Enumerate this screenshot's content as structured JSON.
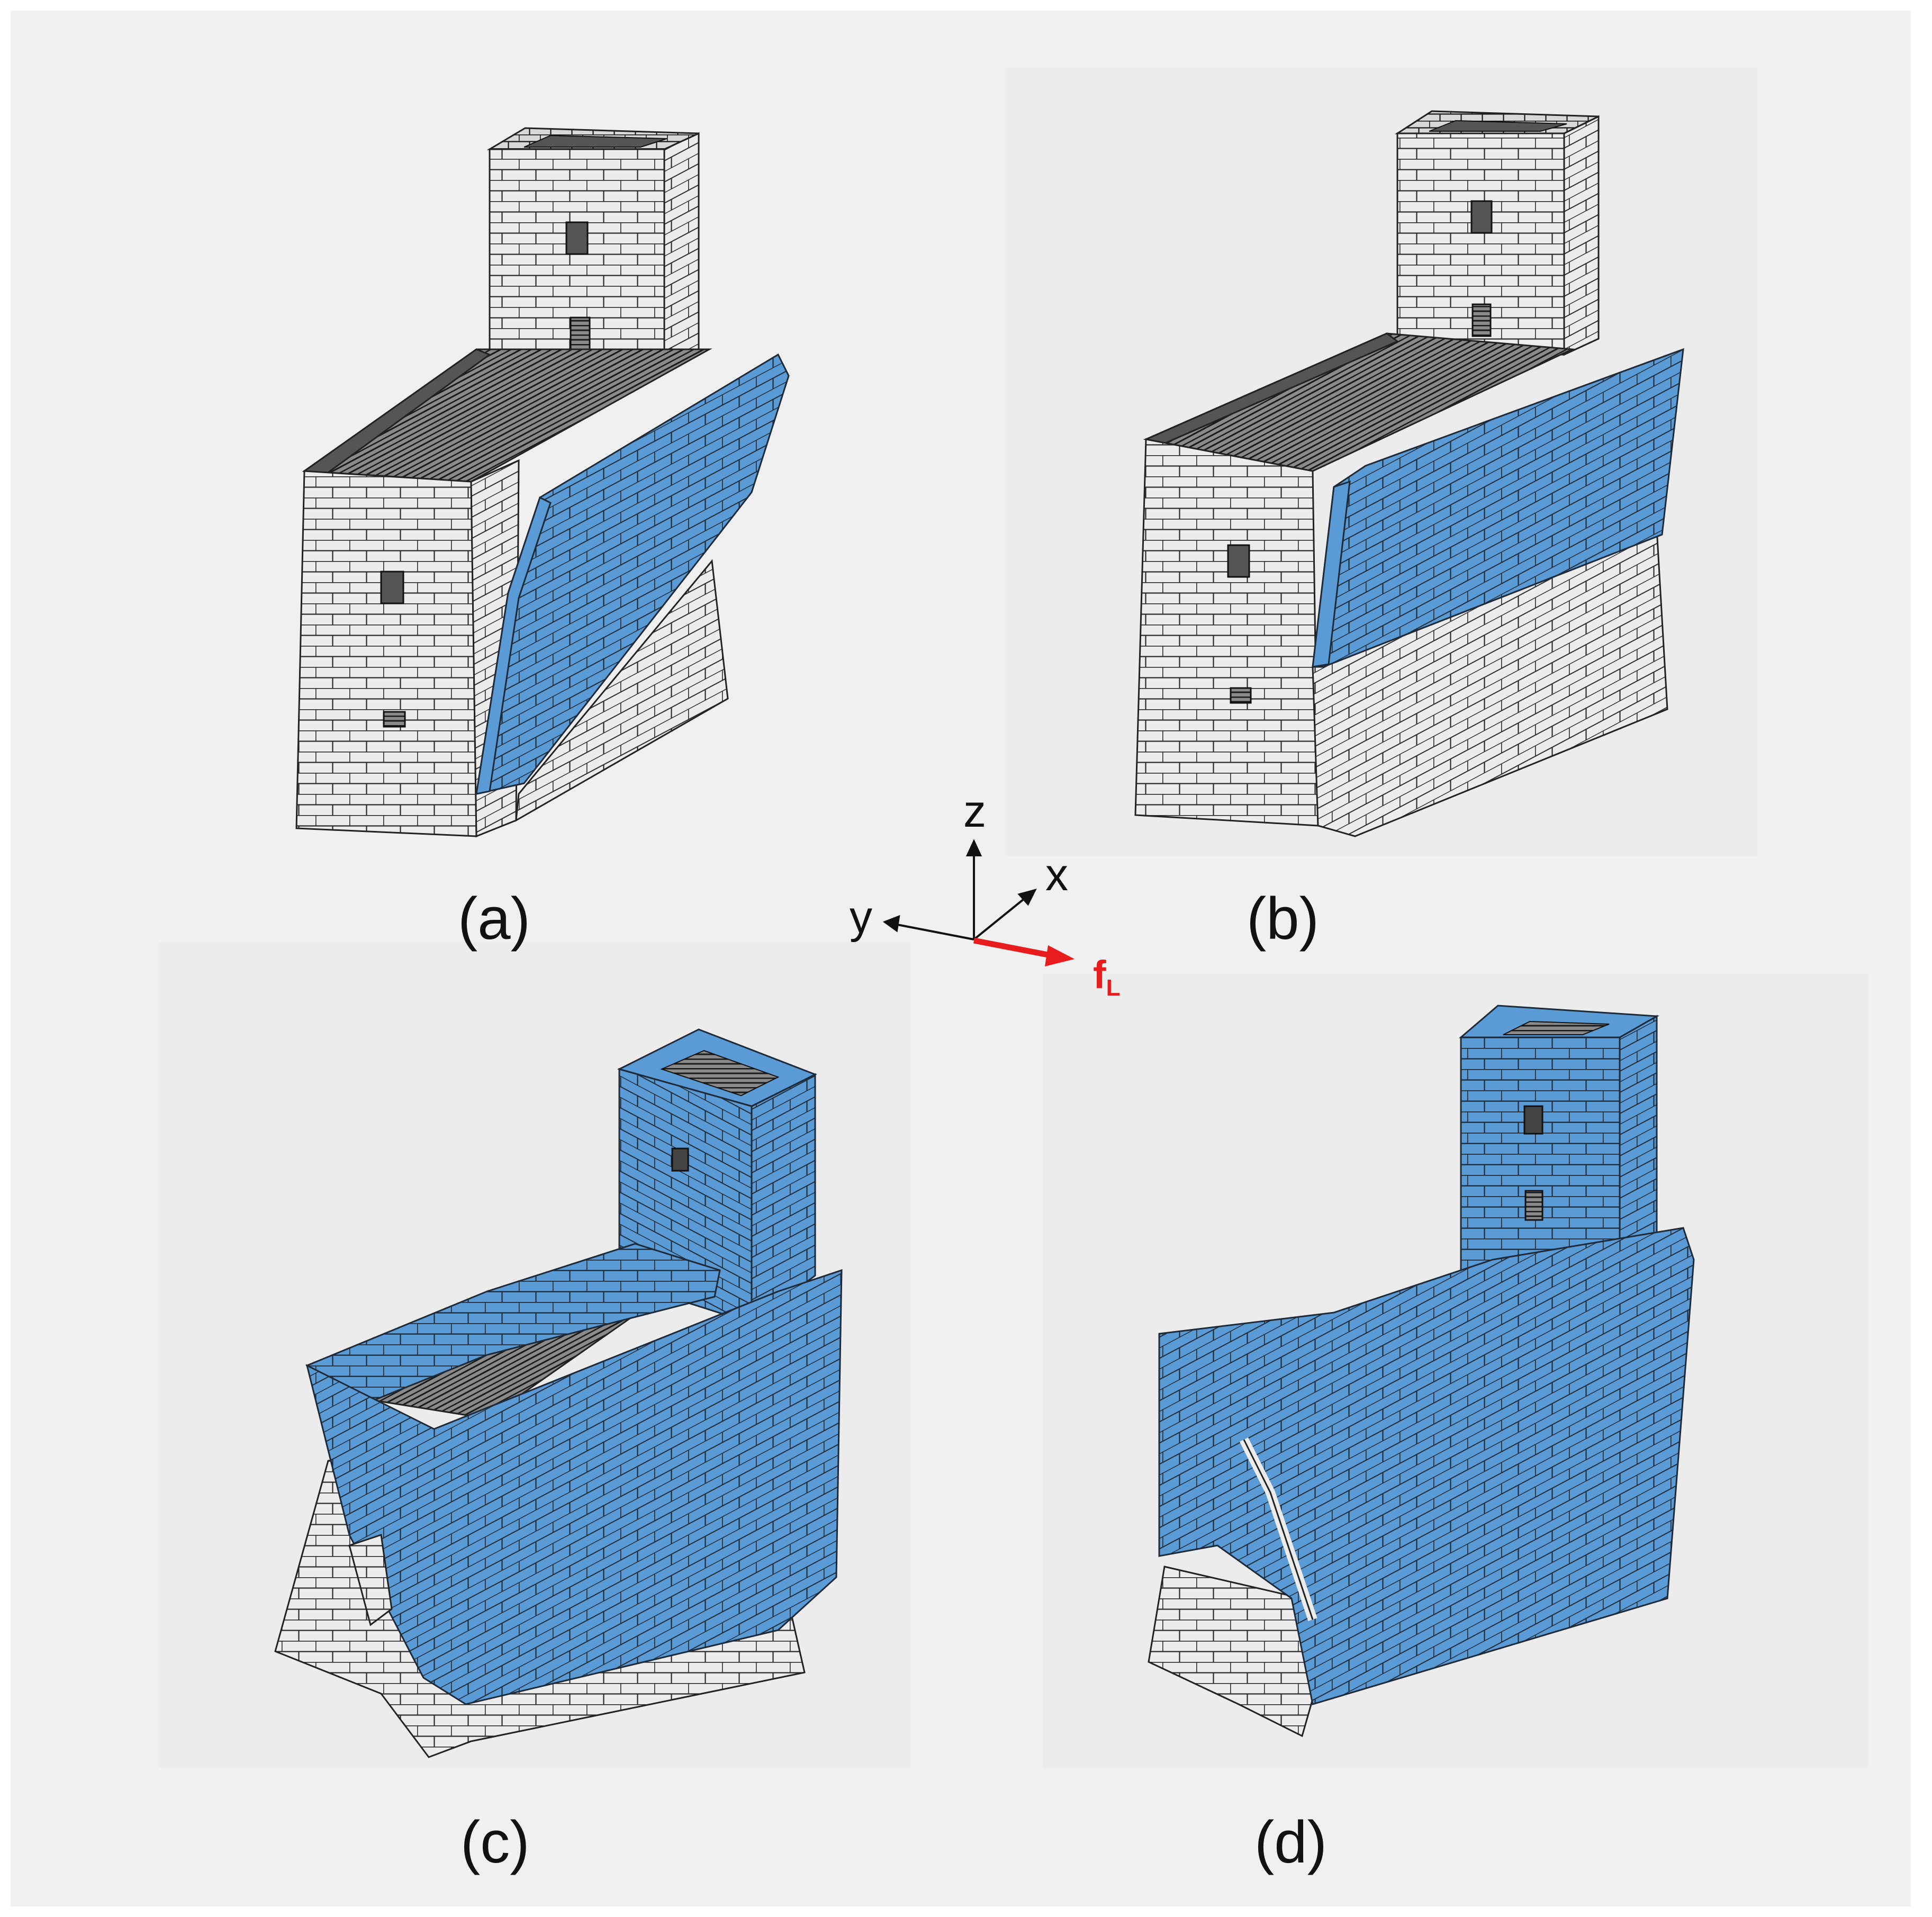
{
  "panels": [
    {
      "id": "a",
      "label": "(a)",
      "state": "sliding-wall-rotation"
    },
    {
      "id": "b",
      "label": "(b)",
      "state": "upper-wall-shear"
    },
    {
      "id": "c",
      "label": "(c)",
      "state": "full-wall-overturning"
    },
    {
      "id": "d",
      "label": "(d)",
      "state": "wall-with-stepped-crack"
    }
  ],
  "axes": {
    "z": "z",
    "x": "x",
    "y": "y",
    "force": "f",
    "force_subscript": "L"
  },
  "colors": {
    "background": "#f0f0f0",
    "moving_blocks": "#5b9bd5",
    "static_blocks": "#ececec",
    "block_edges": "#2a2a2a",
    "dark_slab": "#4a4a4a",
    "force_arrow": "#e81c1c"
  },
  "icons": {
    "axes": "coordinate-axes-icon",
    "force": "force-arrow-icon"
  }
}
